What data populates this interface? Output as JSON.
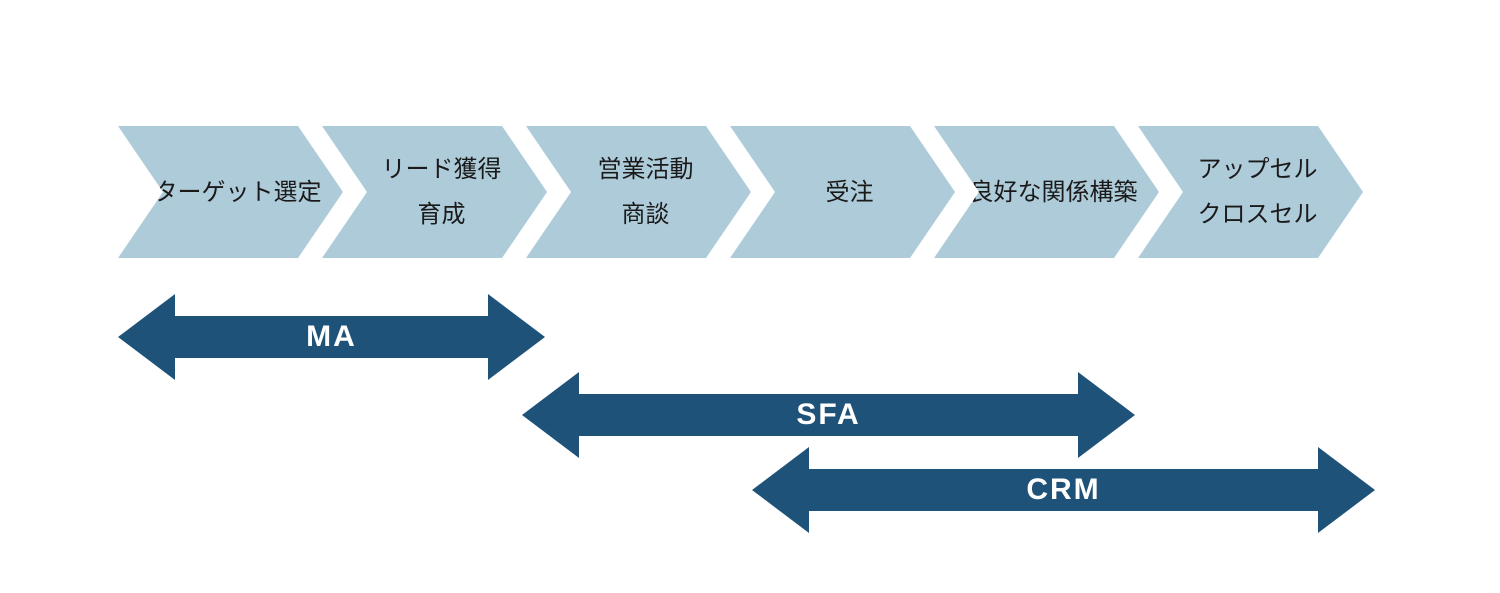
{
  "diagram": {
    "description": "Sales process funnel with tool coverage spans",
    "stages": [
      {
        "line1": "ターゲット選定",
        "line2": ""
      },
      {
        "line1": "リード獲得",
        "line2": "育成"
      },
      {
        "line1": "営業活動",
        "line2": "商談"
      },
      {
        "line1": "受注",
        "line2": ""
      },
      {
        "line1": "良好な関係構築",
        "line2": ""
      },
      {
        "line1": "アップセル",
        "line2": "クロスセル"
      }
    ],
    "tools": [
      {
        "label": "MA",
        "covers_stage_indices": [
          0,
          1
        ]
      },
      {
        "label": "SFA",
        "covers_stage_indices": [
          2,
          3,
          4
        ]
      },
      {
        "label": "CRM",
        "covers_stage_indices": [
          3,
          4,
          5
        ]
      }
    ],
    "colors": {
      "stage_fill": "#AECBD9",
      "arrow_fill": "#1F5278",
      "stage_text": "#1A1A1A",
      "arrow_text": "#FFFFFF",
      "background": "#FFFFFF"
    }
  }
}
